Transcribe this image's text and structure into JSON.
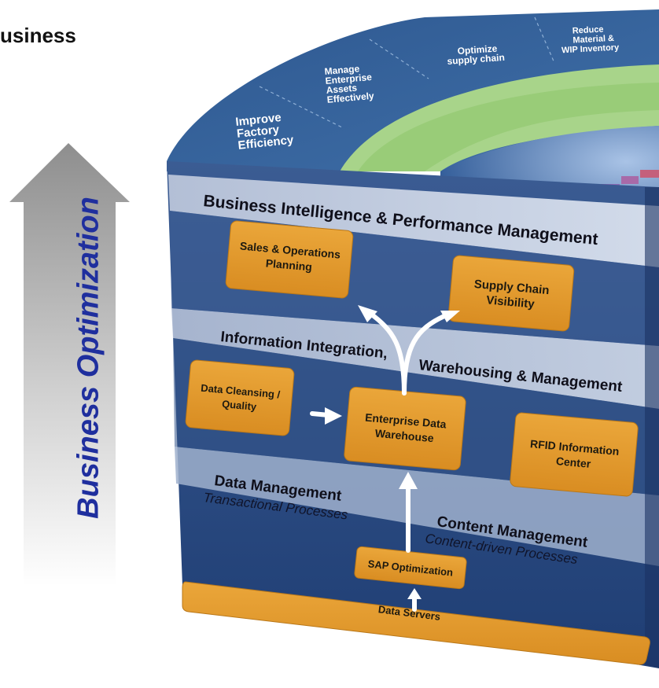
{
  "header": {
    "title_fragment": "usiness"
  },
  "side_arrow": {
    "label": "Business Optimization"
  },
  "goals": [
    {
      "lines": [
        "Improve",
        "Factory",
        "Efficiency"
      ]
    },
    {
      "lines": [
        "Manage",
        "Enterprise",
        "Assets",
        "Effectively"
      ]
    },
    {
      "lines": [
        "Optimize",
        "supply chain"
      ]
    },
    {
      "lines": [
        "Reduce",
        "Material &",
        "WIP Inventory"
      ]
    }
  ],
  "layers": {
    "bi": {
      "label": "Business Intelligence & Performance Management"
    },
    "integration": {
      "label_left": "Information Integration,",
      "label_right": "Warehousing & Management"
    },
    "data_mgmt": {
      "label": "Data Management",
      "sub": "Transactional Processes"
    },
    "content_mgmt": {
      "label": "Content Management",
      "sub": "Content-driven Processes"
    }
  },
  "boxes": {
    "sales_ops": [
      "Sales & Operations",
      "Planning"
    ],
    "supply_chain": [
      "Supply Chain",
      "Visibility"
    ],
    "data_cleansing": [
      "Data Cleansing /",
      "Quality"
    ],
    "enterprise_dw": [
      "Enterprise Data",
      "Warehouse"
    ],
    "rfid": [
      "RFID Information",
      "Center"
    ],
    "sap_opt": "SAP Optimization",
    "data_servers": "Data Servers"
  },
  "colors": {
    "box_fill": "#e49a2c",
    "navy": "#2b4f8a",
    "light_band": "#b9c5dc",
    "green_ring": "#a8d48a",
    "arrow_text": "#1f2f9e"
  }
}
